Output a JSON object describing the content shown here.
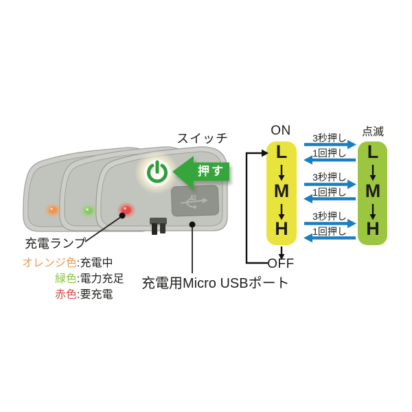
{
  "illustration": {
    "switch_label": "スイッチ",
    "press_label": "押す",
    "charge_lamp": {
      "title": "充電ランプ",
      "legend": [
        {
          "name": "オレンジ色",
          "desc": ":充電中",
          "color": "#ed9a56"
        },
        {
          "name": "緑色",
          "desc": ":電力充足",
          "color": "#8bc63f"
        },
        {
          "name": "赤色",
          "desc": ":要充電",
          "color": "#d84742"
        }
      ]
    },
    "usb_port_label": "充電用Micro USBポート",
    "leds": [
      {
        "name": "orange-led",
        "color": "#f0944e"
      },
      {
        "name": "green-led",
        "color": "#8cc963"
      },
      {
        "name": "red-led",
        "color": "#ee4743"
      }
    ]
  },
  "diagram": {
    "on_label": "ON",
    "off_label": "OFF",
    "blink_label": "点滅",
    "modes": [
      "L",
      "M",
      "H"
    ],
    "press_3s_label": "3秒押し",
    "press_1x_label": "1回押し",
    "colors": {
      "on_box": "#e9e33e",
      "blink_box": "#9cc63f",
      "arrow_blue": "#1a7ec2",
      "press_arrow_green": "#36a53c",
      "power_icon_green": "#2f9e37"
    }
  }
}
